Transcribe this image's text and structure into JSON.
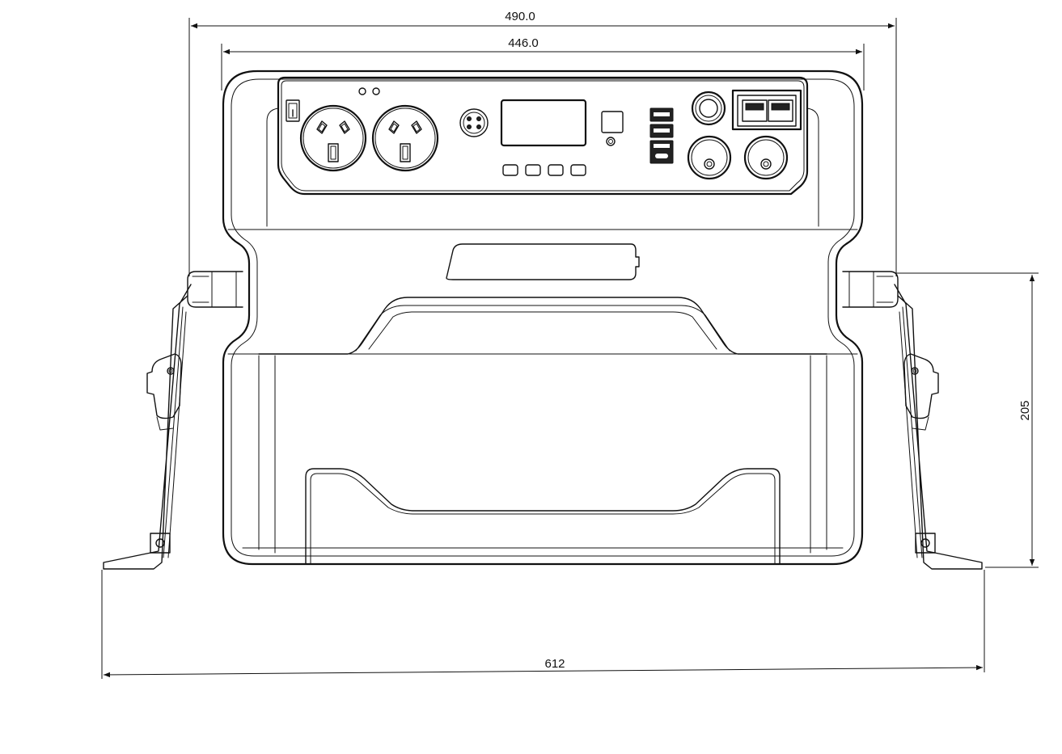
{
  "dimensions": {
    "overall_width": "490.0",
    "body_width": "446.0",
    "bracket_span": "612",
    "height_to_mount": "205"
  },
  "colors": {
    "line": "#111111",
    "background": "#ffffff"
  },
  "icons": {
    "power_outlets": "australian-power-outlet-icon",
    "display": "lcd-display-icon",
    "usb_ports": "usb-port-icon",
    "anderson": "anderson-connector-icon",
    "cigarette_socket": "cigarette-socket-icon"
  }
}
